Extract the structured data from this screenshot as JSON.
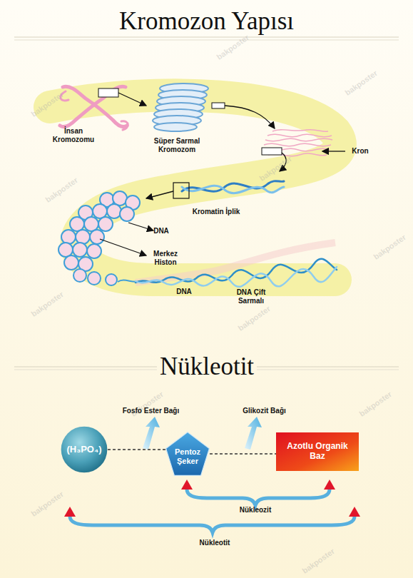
{
  "diagram": {
    "title": "Kromozon Yapısı",
    "nodes": [
      {
        "text": [
          "(H₃PO₄)"
        ]
      },
      {
        "text": [
          "Pentoz Şeker"
        ]
      },
      {
        "text": [
          "Azotlu Organik Baz"
        ]
      }
    ],
    "edges": [
      {
        "from": 0,
        "to": 1,
        "label": "Fosfo Ester Bağı",
        "arrow": "none"
      },
      {
        "from": 1,
        "to": 2,
        "label": "Glikozit Bağı",
        "arrow": "none"
      }
    ],
    "labels": [
      "İnsan Kromozomu",
      "Süper Sarmal Kromozom",
      "Kron",
      "Kromatin İplik",
      "DNA",
      "Merkez Histon",
      "DNA",
      "DNA Çift Sarmalı",
      "Nükleotit",
      "Nükleozit",
      "Nükleotit",
      "bakposter",
      "bakposter",
      "bakposter",
      "bakposter",
      "bakposter",
      "bakposter",
      "bakposter",
      "bakposter",
      "bakposter",
      "bakposter",
      "bakposter",
      "bakposter"
    ]
  }
}
